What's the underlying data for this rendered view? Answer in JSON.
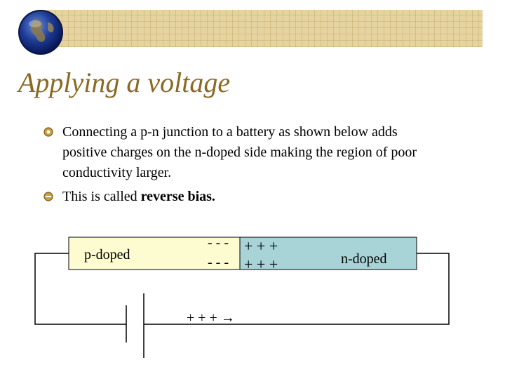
{
  "slide": {
    "title": "Applying a voltage",
    "bullets": [
      {
        "text": "Connecting a p-n junction to a battery as shown below adds positive charges on the n-doped side making the region of poor conductivity larger."
      },
      {
        "text_prefix": "This is called ",
        "text_bold": "reverse bias."
      }
    ]
  },
  "diagram": {
    "p_region_label": "p-doped",
    "n_region_label": "n-doped",
    "depletion_p_charges": [
      "- - -",
      "- - -"
    ],
    "depletion_n_charges": [
      "+ + +",
      "+ + +"
    ],
    "current_label": "+ + + →"
  },
  "colors": {
    "title": "#8a6a24",
    "p_region": "#fdfbd0",
    "n_region": "#a8d4d8",
    "banner": "#e6d4a0"
  },
  "icons": {
    "logo": "globe-icon",
    "bullet": "bullet-icon"
  }
}
